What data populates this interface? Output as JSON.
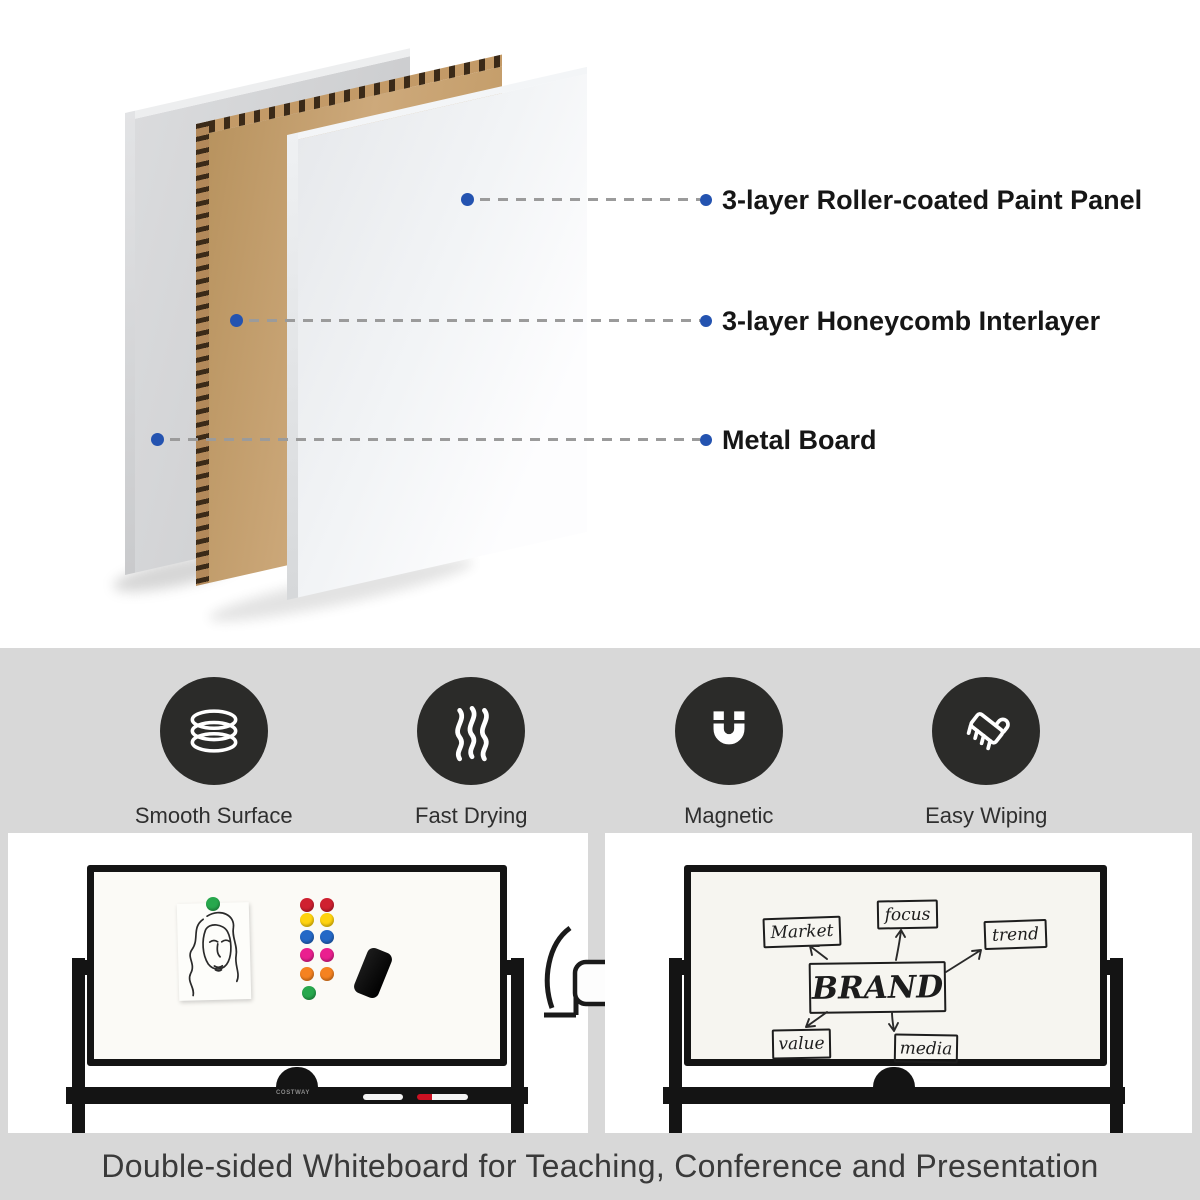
{
  "callouts": {
    "items": [
      {
        "label": "3-layer Roller-coated Paint Panel"
      },
      {
        "label": "3-layer Honeycomb Interlayer"
      },
      {
        "label": "Metal Board"
      }
    ]
  },
  "features": {
    "items": [
      {
        "label": "Smooth Surface",
        "icon": "layers-stack-icon"
      },
      {
        "label": "Fast Drying",
        "icon": "steam-waves-icon"
      },
      {
        "label": "Magnetic",
        "icon": "magnet-icon"
      },
      {
        "label": "Easy Wiping",
        "icon": "brush-icon"
      }
    ]
  },
  "left_board": {
    "brand_logo": "COSTWAY"
  },
  "right_board": {
    "mindmap": {
      "center": "BRAND",
      "market": "Market",
      "focus": "focus",
      "trend": "trend",
      "value": "value",
      "media": "media"
    }
  },
  "caption": {
    "text": "Double-sided Whiteboard for Teaching, Conference and Presentation"
  },
  "colors": {
    "accent_blue": "#2453b0",
    "section_gray": "#d8d8d8",
    "icon_circle": "#2b2b29",
    "magnet_red": "#cf2030",
    "magnet_yellow": "#ffd30f",
    "magnet_blue": "#2468c6",
    "magnet_pink": "#ea1f8f",
    "magnet_orange": "#f58220",
    "magnet_green": "#27a84d"
  }
}
